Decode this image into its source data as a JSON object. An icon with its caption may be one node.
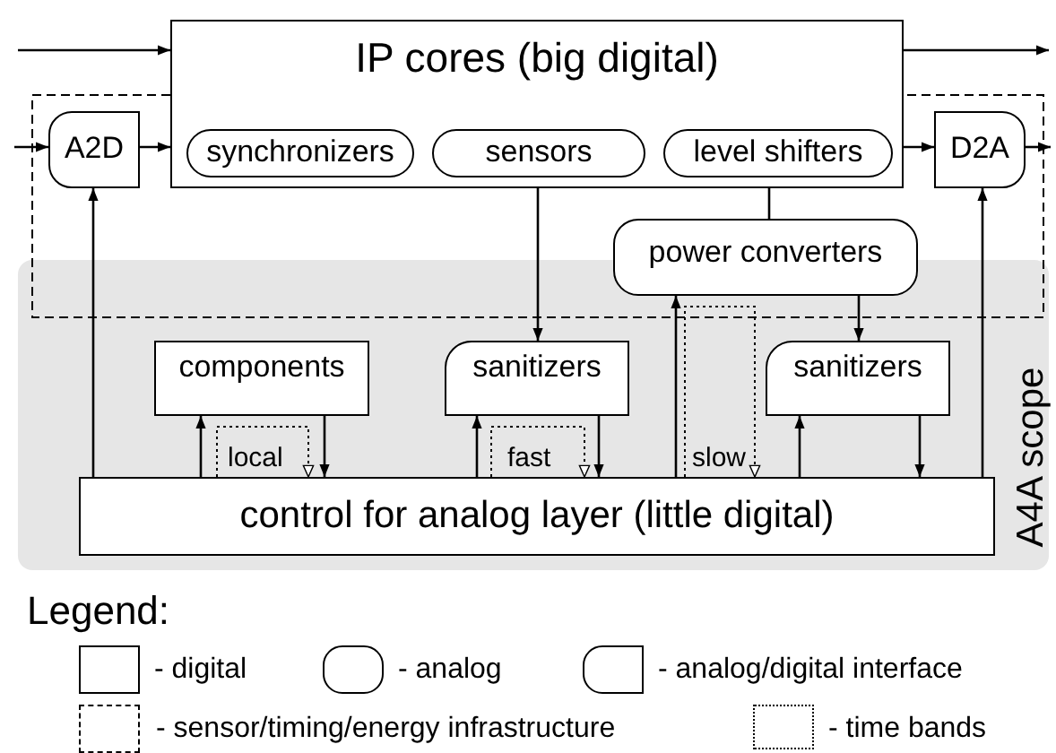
{
  "diagram": {
    "nodes": [
      {
        "text": [
          "IP cores (big digital)"
        ]
      },
      {
        "text": [
          "synchronizers"
        ],
        "in": 0
      },
      {
        "text": [
          "sensors"
        ],
        "in": 0
      },
      {
        "text": [
          "level shifters"
        ],
        "in": 0
      },
      {
        "text": [
          "A2D"
        ]
      },
      {
        "text": [
          "D2A"
        ]
      },
      {
        "text": [
          "power converters"
        ]
      },
      {
        "text": [
          "A4A scope"
        ]
      },
      {
        "text": [
          "components"
        ],
        "in": 7
      },
      {
        "text": [
          "sanitizers"
        ],
        "in": 7
      },
      {
        "text": [
          "sanitizers"
        ],
        "in": 7
      },
      {
        "text": [
          "control for analog layer (little digital)"
        ],
        "in": 7
      }
    ],
    "edges": [
      {
        "from": null,
        "to": 0,
        "arrow": "to"
      },
      {
        "from": 0,
        "to": null,
        "arrow": "to"
      },
      {
        "from": null,
        "to": 4,
        "arrow": "to"
      },
      {
        "from": 4,
        "to": 0,
        "arrow": "to"
      },
      {
        "from": 0,
        "to": 5,
        "arrow": "to"
      },
      {
        "from": 5,
        "to": null,
        "arrow": "to"
      },
      {
        "from": 11,
        "to": 4,
        "arrow": "to"
      },
      {
        "from": 2,
        "to": 9,
        "arrow": "to"
      },
      {
        "from": 6,
        "to": 3,
        "arrow": "to"
      },
      {
        "from": 6,
        "to": 10,
        "arrow": "to"
      },
      {
        "from": 11,
        "to": 6,
        "arrow": "to"
      },
      {
        "from": 11,
        "to": 8,
        "arrow": "to"
      },
      {
        "from": 8,
        "to": 11,
        "arrow": "to"
      },
      {
        "from": 11,
        "to": 9,
        "arrow": "to"
      },
      {
        "from": 9,
        "to": 11,
        "arrow": "to"
      },
      {
        "from": 11,
        "to": 10,
        "arrow": "to"
      },
      {
        "from": 10,
        "to": 11,
        "arrow": "to"
      },
      {
        "from": 11,
        "to": 5,
        "arrow": "to"
      },
      {
        "from": 11,
        "to": 11,
        "arrow": "to",
        "label": "local",
        "style": "dashed"
      },
      {
        "from": 11,
        "to": 11,
        "arrow": "to",
        "label": "fast",
        "style": "dashed"
      },
      {
        "from": 11,
        "to": 11,
        "arrow": "to",
        "label": "slow",
        "style": "dashed"
      }
    ],
    "labels": [
      "Legend:"
    ],
    "legend": [
      {
        "text": "- digital"
      },
      {
        "text": "- analog"
      },
      {
        "text": "- analog/digital interface"
      },
      {
        "text": "- sensor/timing/energy infrastructure"
      },
      {
        "text": "- time bands"
      }
    ]
  }
}
